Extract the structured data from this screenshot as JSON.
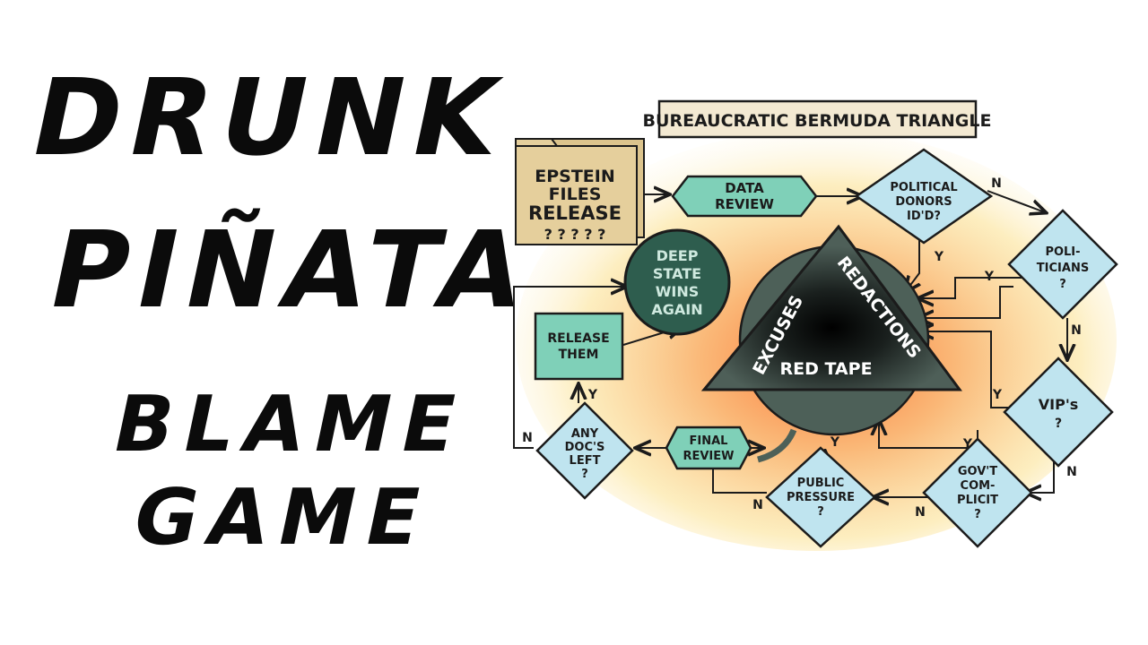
{
  "title": {
    "line1": "DRUNK",
    "line2": "PIÑATA",
    "line3": "BLAME",
    "line4": "GAME"
  },
  "diagram": {
    "banner": "BUREAUCRATIC BERMUDA TRIANGLE",
    "start": {
      "lines": [
        "EPSTEIN",
        "FILES",
        "RELEASE",
        "? ? ? ? ?"
      ]
    },
    "data_review": {
      "lines": [
        "DATA",
        "REVIEW"
      ]
    },
    "political_donors": {
      "lines": [
        "POLITICAL",
        "DONORS",
        "ID'D?"
      ]
    },
    "politicians": {
      "lines": [
        "POLI-",
        "TICIANS",
        "?"
      ]
    },
    "vips": {
      "lines": [
        "VIP's",
        "?"
      ]
    },
    "govt_complicit": {
      "lines": [
        "GOV'T",
        "COM-",
        "PLICIT",
        "?"
      ]
    },
    "public_pressure": {
      "lines": [
        "PUBLIC",
        "PRESSURE",
        "?"
      ]
    },
    "final_review": {
      "lines": [
        "FINAL",
        "REVIEW"
      ]
    },
    "any_docs_left": {
      "lines": [
        "ANY",
        "DOC'S",
        "LEFT",
        "?"
      ]
    },
    "release_them": {
      "lines": [
        "RELEASE",
        "THEM"
      ]
    },
    "deep_state": {
      "lines": [
        "DEEP",
        "STATE",
        "WINS",
        "AGAIN"
      ]
    },
    "triangle": {
      "left": "EXCUSES",
      "right": "REDACTIONS",
      "bottom": "RED TAPE"
    },
    "edge_labels": {
      "donors_no": "N",
      "donors_yes": "Y",
      "politicians_yes": "Y",
      "politicians_no": "N",
      "vips_yes": "Y",
      "vips_no": "N",
      "govt_yes": "Y",
      "govt_no": "N",
      "pressure_yes": "Y",
      "pressure_no": "N",
      "docs_yes": "Y",
      "docs_no": "N"
    },
    "colors": {
      "box_teal": "#7fd0b8",
      "diamond_blue": "#bfe4ef",
      "folder_tan": "#e5cf9c",
      "circle_green": "#2e5d4e",
      "triangle_dark": "#1c2522",
      "glow_orange": "#f59a3c",
      "banner_fill": "#f3e9d2"
    }
  }
}
